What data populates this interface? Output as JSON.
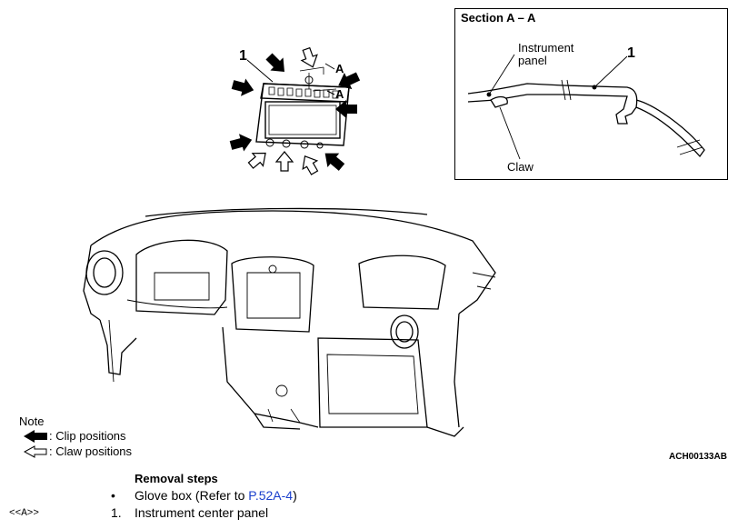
{
  "section": {
    "title": "Section A – A",
    "label_instrument": "Instrument",
    "label_panel": "panel",
    "label_claw": "Claw",
    "callout": "1"
  },
  "callouts": {
    "item": "1",
    "section_letter": "A"
  },
  "note": {
    "title": "Note",
    "clip_label": ": Clip positions",
    "claw_label": ": Claw positions"
  },
  "figure_code": "ACH00133AB",
  "removal": {
    "title": "Removal steps",
    "steps": [
      {
        "marker": "•",
        "ref": "",
        "text": "Glove box (Refer to ",
        "link": "P.52A-4",
        "suffix": ")"
      },
      {
        "marker": "1.",
        "ref": "<<A>>",
        "text": "Instrument center panel",
        "link": "",
        "suffix": ""
      }
    ]
  },
  "colors": {
    "link": "#1a3fcc",
    "line": "#000000"
  }
}
